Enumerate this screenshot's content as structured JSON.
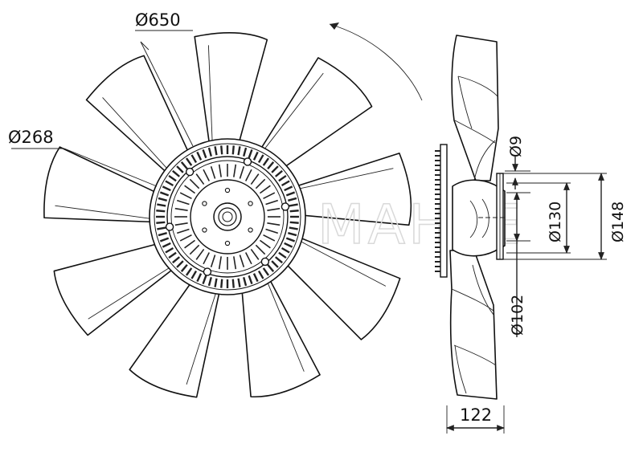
{
  "front_view": {
    "outer_diameter_label": "Ø650",
    "hub_diameter_label": "Ø268",
    "blade_count": 9,
    "watermark": "MAHLE"
  },
  "side_view": {
    "dim_9": "Ø9",
    "dim_130": "Ø130",
    "dim_148": "Ø148",
    "dim_102": "Ø102",
    "depth_label": "122"
  }
}
